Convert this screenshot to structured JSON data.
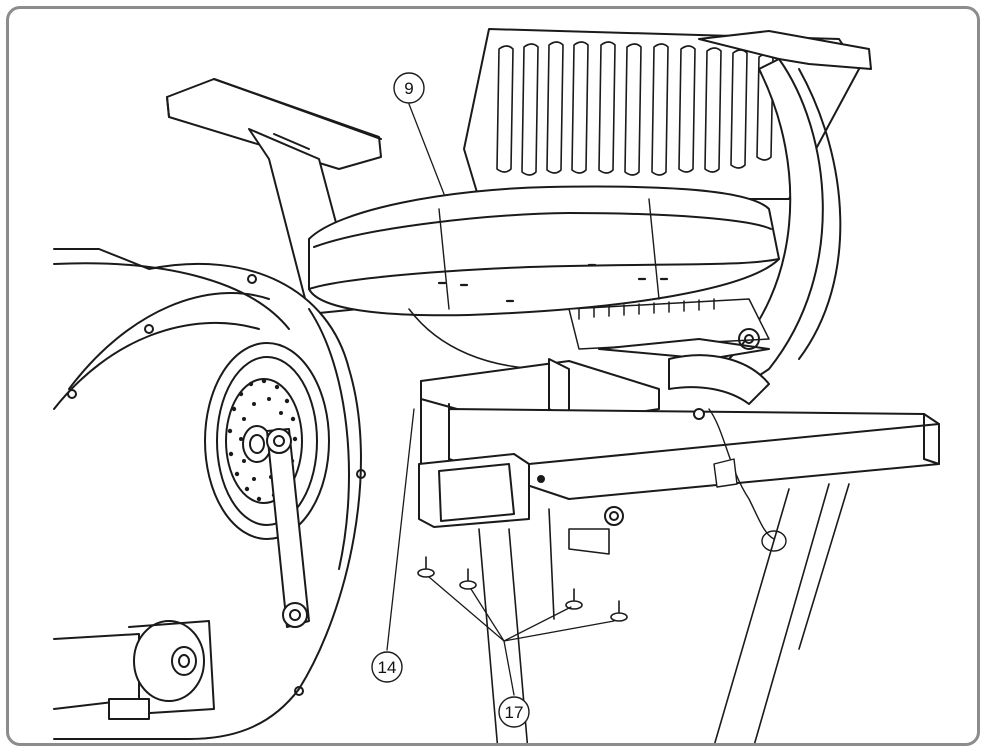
{
  "figure": {
    "part_labels": {
      "seat": "9",
      "seat_slider": "14",
      "bolts": "17"
    }
  }
}
